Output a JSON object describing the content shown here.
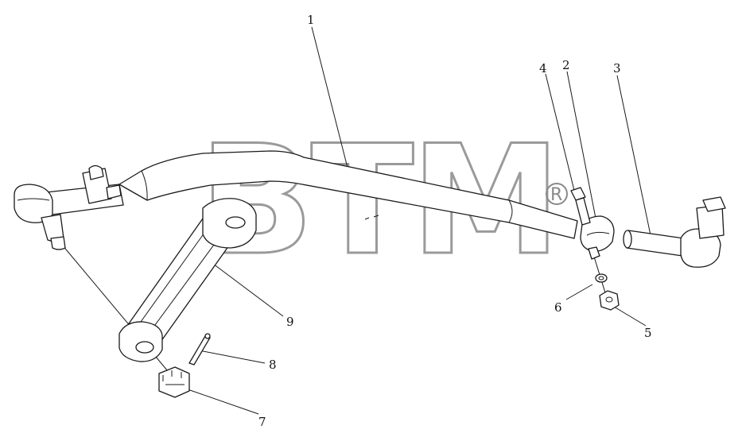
{
  "watermark": {
    "text": "BTM",
    "registered_mark": "R"
  },
  "callouts": [
    {
      "id": "1",
      "label": "1"
    },
    {
      "id": "2",
      "label": "2"
    },
    {
      "id": "3",
      "label": "3"
    },
    {
      "id": "4",
      "label": "4"
    },
    {
      "id": "5",
      "label": "5"
    },
    {
      "id": "6",
      "label": "6"
    },
    {
      "id": "7",
      "label": "7"
    },
    {
      "id": "8",
      "label": "8"
    },
    {
      "id": "9",
      "label": "9"
    }
  ]
}
